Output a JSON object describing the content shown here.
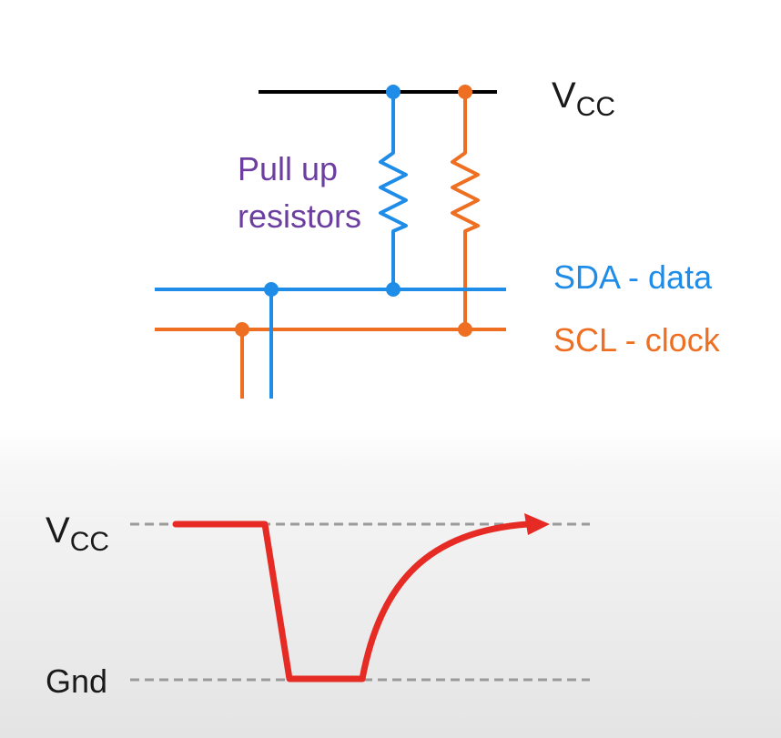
{
  "colors": {
    "vcc_rail": "#000000",
    "sda": "#1f8de8",
    "scl": "#ee6f22",
    "pullup_label": "#6b3ea0",
    "signal": "#e52b24",
    "dashed": "#9a9a9a",
    "text_dark": "#1a1a1a"
  },
  "circuit": {
    "vcc_label": "V",
    "vcc_subscript": "CC",
    "pullup_line1": "Pull up",
    "pullup_line2": "resistors",
    "sda_label": "SDA - data",
    "scl_label": "SCL - clock"
  },
  "waveform": {
    "vcc_label": "V",
    "vcc_subscript": "CC",
    "gnd_label": "Gnd"
  }
}
